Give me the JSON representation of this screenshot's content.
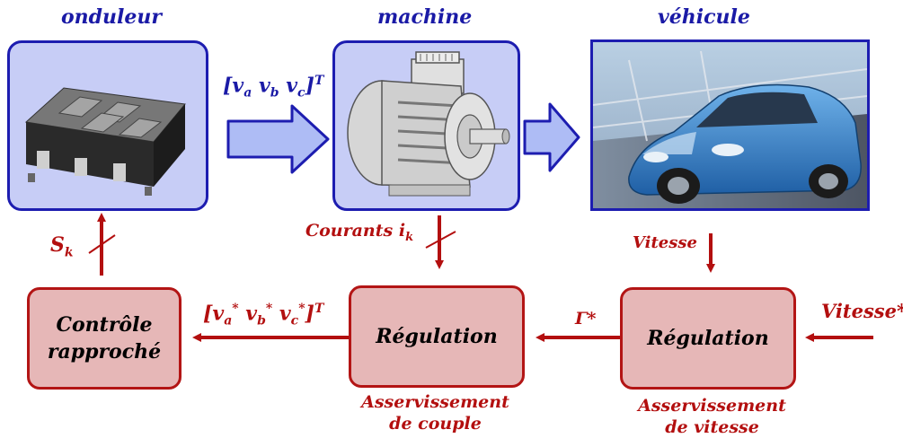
{
  "top": {
    "inverter_title": "onduleur",
    "machine_title": "machine",
    "vehicle_title": "véhicule"
  },
  "signals": {
    "voltage_vector": "[v",
    "voltage_sub_a": "a",
    "voltage_sub_b": "b",
    "voltage_sub_c": "c",
    "voltage_T": "T",
    "currents": "Courants i",
    "currents_sub": "k",
    "switching": "S",
    "switching_sub": "k",
    "speed": "Vitesse",
    "speed_ref": "Vitesse*",
    "torque_ref": "Γ*",
    "voltage_ref": "[v",
    "voltage_ref_full_b": "v",
    "voltage_ref_full_c": "v"
  },
  "blocks": {
    "close_control_line1": "Contrôle",
    "close_control_line2": "rapproché",
    "torque_regulation": "Régulation",
    "speed_regulation": "Régulation"
  },
  "captions": {
    "torque_loop_line1": "Asservissement",
    "torque_loop_line2": "de couple",
    "speed_loop_line1": "Asservissement",
    "speed_loop_line2": "de vitesse"
  },
  "colors": {
    "physical": "#1d1db0",
    "control": "#b31515",
    "physical_fill": "#c7cdf6",
    "control_fill": "#e6b7b7"
  }
}
